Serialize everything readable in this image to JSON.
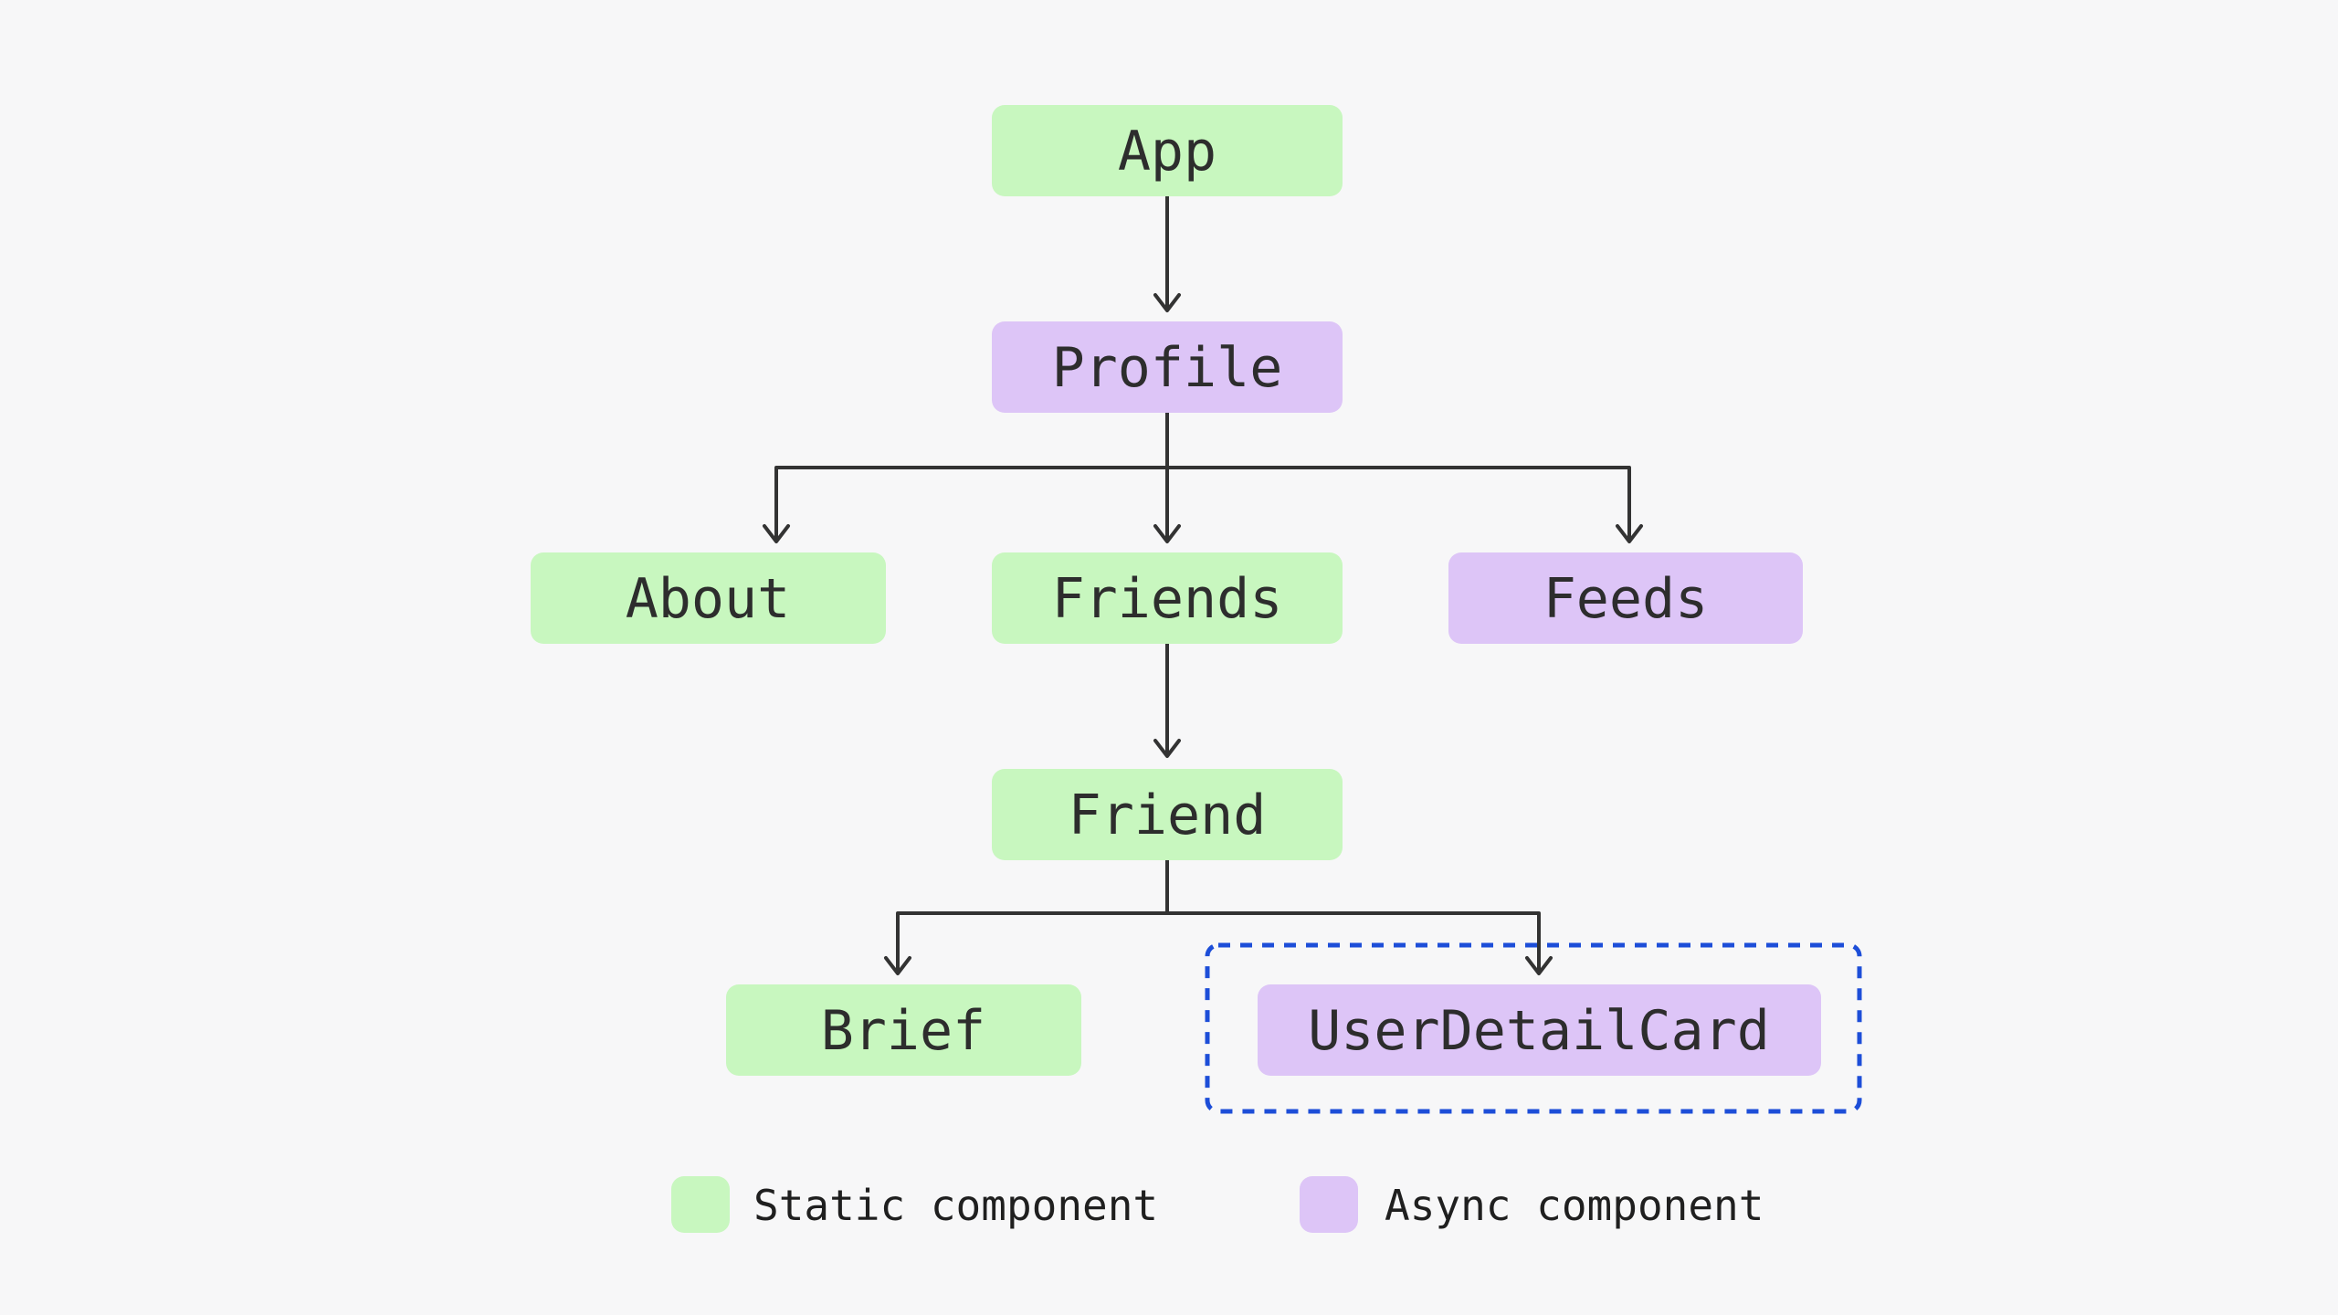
{
  "diagram": {
    "nodes": [
      {
        "id": "app",
        "label": "App",
        "type": "static"
      },
      {
        "id": "profile",
        "label": "Profile",
        "type": "async"
      },
      {
        "id": "about",
        "label": "About",
        "type": "static"
      },
      {
        "id": "friends",
        "label": "Friends",
        "type": "static"
      },
      {
        "id": "feeds",
        "label": "Feeds",
        "type": "async"
      },
      {
        "id": "friend",
        "label": "Friend",
        "type": "static"
      },
      {
        "id": "brief",
        "label": "Brief",
        "type": "static"
      },
      {
        "id": "user-detail-card",
        "label": "UserDetailCard",
        "type": "async",
        "highlighted": true
      }
    ],
    "edges": [
      {
        "from": "App",
        "to": "Profile"
      },
      {
        "from": "Profile",
        "to": "About"
      },
      {
        "from": "Profile",
        "to": "Friends"
      },
      {
        "from": "Profile",
        "to": "Feeds"
      },
      {
        "from": "Friends",
        "to": "Friend"
      },
      {
        "from": "Friend",
        "to": "Brief"
      },
      {
        "from": "Friend",
        "to": "UserDetailCard"
      }
    ]
  },
  "legend": {
    "items": [
      {
        "label": "Static component",
        "color": "#c8f7bf"
      },
      {
        "label": "Async component",
        "color": "#ddc5f7"
      }
    ]
  },
  "colors": {
    "static_fill": "#c8f7bf",
    "async_fill": "#ddc5f7",
    "edge": "#333333",
    "highlight_blue": "#1d4ed8",
    "background": "#f7f7f8",
    "text": "#2d2d2d"
  }
}
